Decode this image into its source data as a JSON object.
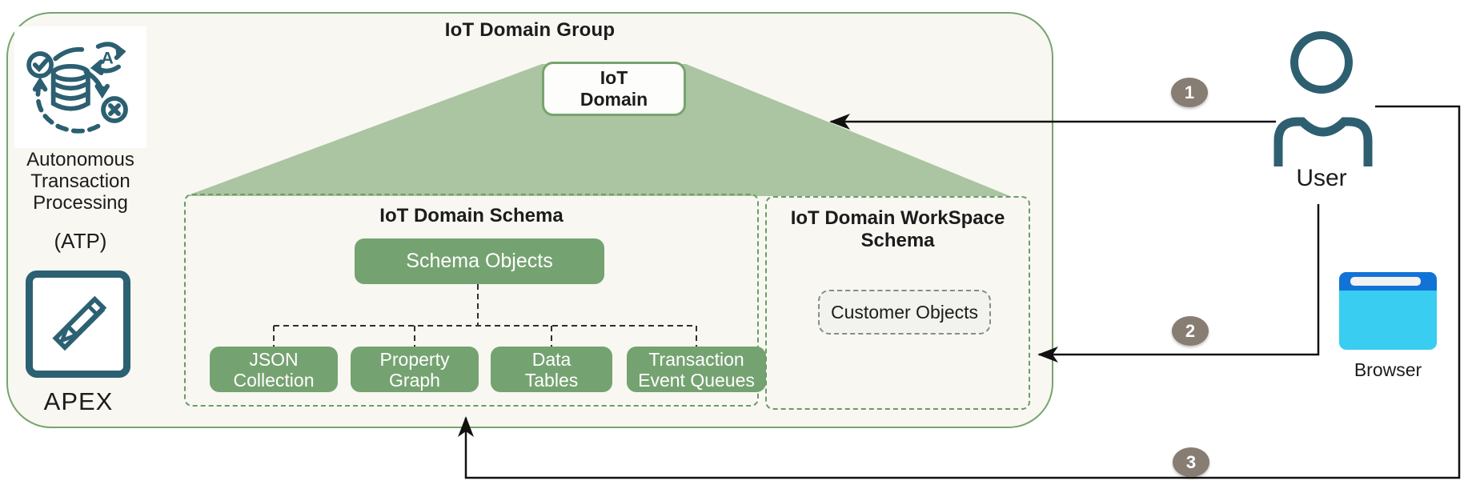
{
  "group": {
    "title": "IoT Domain Group",
    "domain_box": {
      "line1": "IoT",
      "line2": "Domain"
    },
    "schema": {
      "title": "IoT Domain Schema",
      "root": "Schema Objects",
      "children": [
        {
          "line1": "JSON",
          "line2": "Collection"
        },
        {
          "line1": "Property",
          "line2": "Graph"
        },
        {
          "line1": "Data",
          "line2": "Tables"
        },
        {
          "line1": "Transaction",
          "line2": "Event Queues"
        }
      ]
    },
    "workspace": {
      "title_line1": "IoT Domain WorkSpace",
      "title_line2": "Schema",
      "customer_objects": "Customer Objects"
    }
  },
  "left_panel": {
    "atp": {
      "label_line1": "Autonomous",
      "label_line2": "Transaction",
      "label_line3": "Processing",
      "abbr": "(ATP)",
      "icon_letter": "A"
    },
    "apex": {
      "label": "APEX"
    }
  },
  "right_panel": {
    "user_label": "User",
    "browser_label": "Browser"
  },
  "flow_badges": [
    "1",
    "2",
    "3"
  ],
  "colors": {
    "group_border_green": "#76a56e",
    "group_background": "#f8f7f2",
    "triangle_green": "#abc4a1",
    "node_green": "#75a271",
    "dashed_green": "#6b9c66",
    "icon_teal": "#2b6172",
    "badge_taupe": "#877d72",
    "browser_top_blue": "#1173d6",
    "browser_body_cyan": "#38cdf1",
    "arrow_black": "#111111"
  }
}
